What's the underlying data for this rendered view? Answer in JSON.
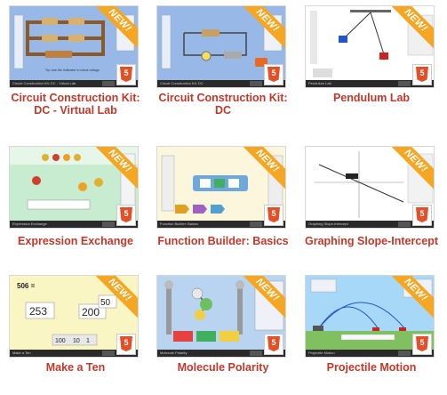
{
  "badges": {
    "new_label": "NEW!",
    "html5_label": "5"
  },
  "sims": [
    {
      "title": "Circuit Construction Kit: DC - Virtual Lab",
      "tb": "Circuit Construction Kit: DC - Virtual Lab",
      "new": true
    },
    {
      "title": "Circuit Construction Kit: DC",
      "tb": "Circuit Construction Kit: DC",
      "new": true
    },
    {
      "title": "Pendulum Lab",
      "tb": "Pendulum Lab",
      "new": true
    },
    {
      "title": "Expression Exchange",
      "tb": "Expression Exchange",
      "new": true
    },
    {
      "title": "Function Builder: Basics",
      "tb": "Function Builder: Basics",
      "new": true
    },
    {
      "title": "Graphing Slope-Intercept",
      "tb": "Graphing Slope-Intercept",
      "new": true
    },
    {
      "title": "Make a Ten",
      "tb": "Make a Ten",
      "new": true
    },
    {
      "title": "Molecule Polarity",
      "tb": "Molecule Polarity",
      "new": true
    },
    {
      "title": "Projectile Motion",
      "tb": "Projectile Motion",
      "new": true
    }
  ],
  "make_a_ten": {
    "equation": "506 =",
    "n1": "253",
    "n2": "200",
    "n3": "50",
    "n4": "100",
    "n5": "10",
    "n6": "1"
  },
  "colors": {
    "title_red": "#c0392b",
    "ribbon_orange": "#f5a623",
    "html5_orange": "#e34f26"
  }
}
